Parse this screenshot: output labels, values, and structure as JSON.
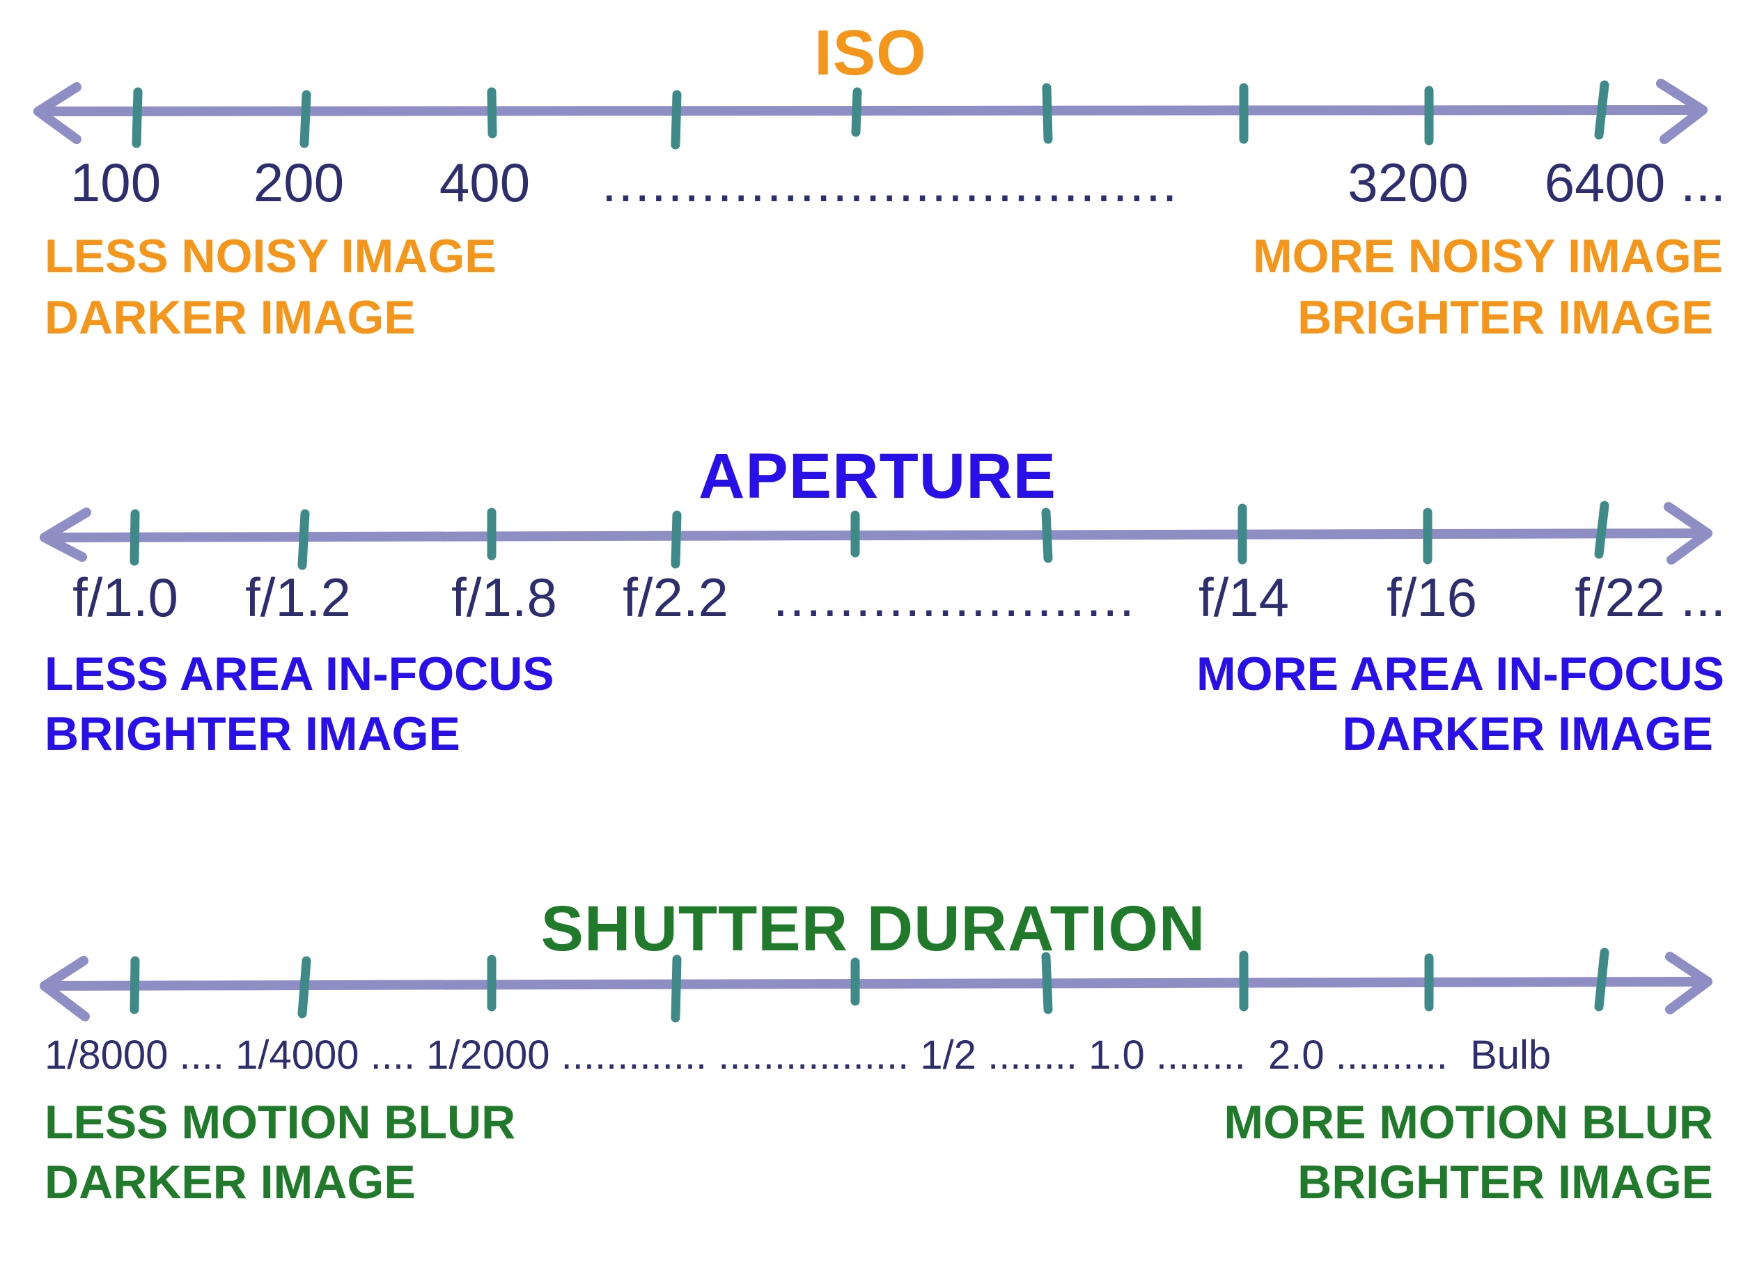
{
  "colors": {
    "axis_line": "#8e8ec4",
    "tick": "#3f8a88",
    "value_text": "#2e2e6e",
    "iso": "#f5961c",
    "aperture": "#2a10e8",
    "shutter": "#217a2c"
  },
  "iso": {
    "title": "ISO",
    "values": {
      "v100": "100",
      "v200": "200",
      "v400": "400",
      "dots": "...................................",
      "v3200": "3200",
      "v6400": "6400 ..."
    },
    "low_notes": [
      "LESS NOISY IMAGE",
      "DARKER IMAGE"
    ],
    "high_notes": [
      "MORE NOISY IMAGE",
      "BRIGHTER IMAGE"
    ]
  },
  "aperture": {
    "title": "APERTURE",
    "values": {
      "f10": "f/1.0",
      "f12": "f/1.2",
      "f18": "f/1.8",
      "f22s": "f/2.2",
      "dots": "......................",
      "f14": "f/14",
      "f16": "f/16",
      "f22": "f/22 ..."
    },
    "low_notes": [
      "LESS AREA IN-FOCUS",
      "BRIGHTER IMAGE"
    ],
    "high_notes": [
      "MORE AREA IN-FOCUS",
      "DARKER IMAGE"
    ]
  },
  "shutter": {
    "title": "SHUTTER DURATION",
    "scale_text": "1/8000 .... 1/4000 .... 1/2000 ............. ................. 1/2 ........ 1.0 ........  2.0 ..........  Bulb",
    "low_notes": [
      "LESS MOTION BLUR",
      "DARKER IMAGE"
    ],
    "high_notes": [
      "MORE MOTION BLUR",
      "BRIGHTER IMAGE"
    ]
  }
}
